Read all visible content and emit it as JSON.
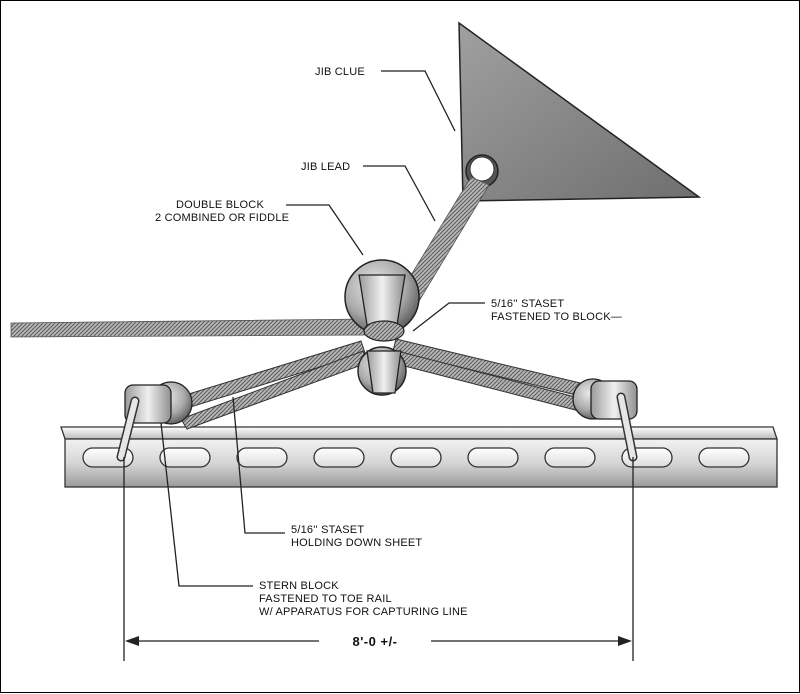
{
  "labels": {
    "jib_clue": "JIB CLUE",
    "jib_lead": "JIB LEAD",
    "double_block_1": "DOUBLE BLOCK",
    "double_block_2": "2 COMBINED OR FIDDLE",
    "staset_top_1": "5/16'' STASET",
    "staset_top_2": "FASTENED TO BLOCK—",
    "staset_bottom_1": "5/16'' STASET",
    "staset_bottom_2": "HOLDING DOWN SHEET",
    "stern_block_1": "STERN BLOCK",
    "stern_block_2": "FASTENED TO TOE RAIL",
    "stern_block_3": "W/ APPARATUS FOR CAPTURING LINE"
  },
  "dimension": {
    "value": "8'-0 +/-"
  },
  "colors": {
    "sail": "#8e8e8e",
    "rail": "#d2d2d2",
    "rope": "#a8a8a8",
    "block": "#c4c4c4"
  }
}
